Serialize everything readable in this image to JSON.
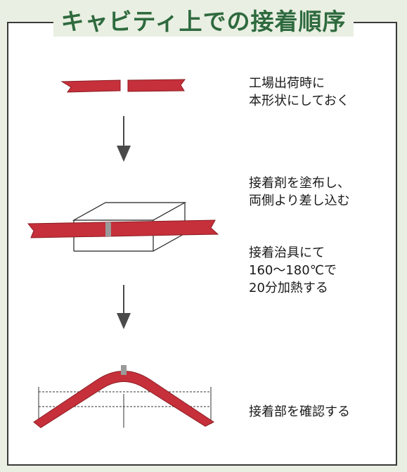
{
  "title": "キャビティ上での接着順序",
  "steps": [
    {
      "lines": [
        "工場出荷時に",
        "本形状にしておく"
      ]
    },
    {
      "lines": [
        "接着剤を塗布し、",
        "両側より差し込む"
      ]
    },
    {
      "lines": [
        "接着治具にて",
        "160～180℃で",
        "20分加熱する"
      ]
    },
    {
      "lines": [
        "接着部を確認する"
      ]
    }
  ],
  "colors": {
    "strip": "#c6303a",
    "strip_edge": "#8a1c22",
    "joint": "#9a9a9a",
    "arrow": "#4a4a4a",
    "title": "#2e6a3e"
  }
}
